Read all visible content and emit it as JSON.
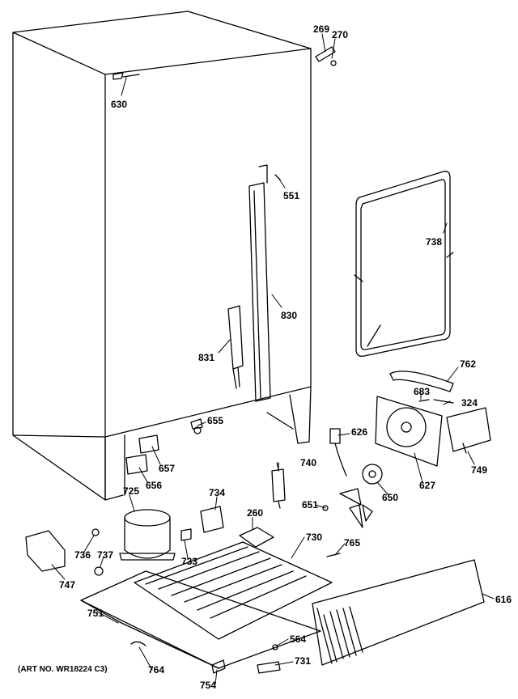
{
  "diagram": {
    "art_number": "(ART NO. WR18224 C3)",
    "part_labels": {
      "p269": "269",
      "p270": "270",
      "p630": "630",
      "p551": "551",
      "p738": "738",
      "p830": "830",
      "p831": "831",
      "p762": "762",
      "p683": "683",
      "p324": "324",
      "p655": "655",
      "p626": "626",
      "p657": "657",
      "p740": "740",
      "p749": "749",
      "p656": "656",
      "p627": "627",
      "p725": "725",
      "p650": "650",
      "p734": "734",
      "p651": "651",
      "p260": "260",
      "p730": "730",
      "p765": "765",
      "p736": "736",
      "p737": "737",
      "p733": "733",
      "p747": "747",
      "p616": "616",
      "p751": "751",
      "p564": "564",
      "p764": "764",
      "p731": "731",
      "p754": "754"
    }
  }
}
